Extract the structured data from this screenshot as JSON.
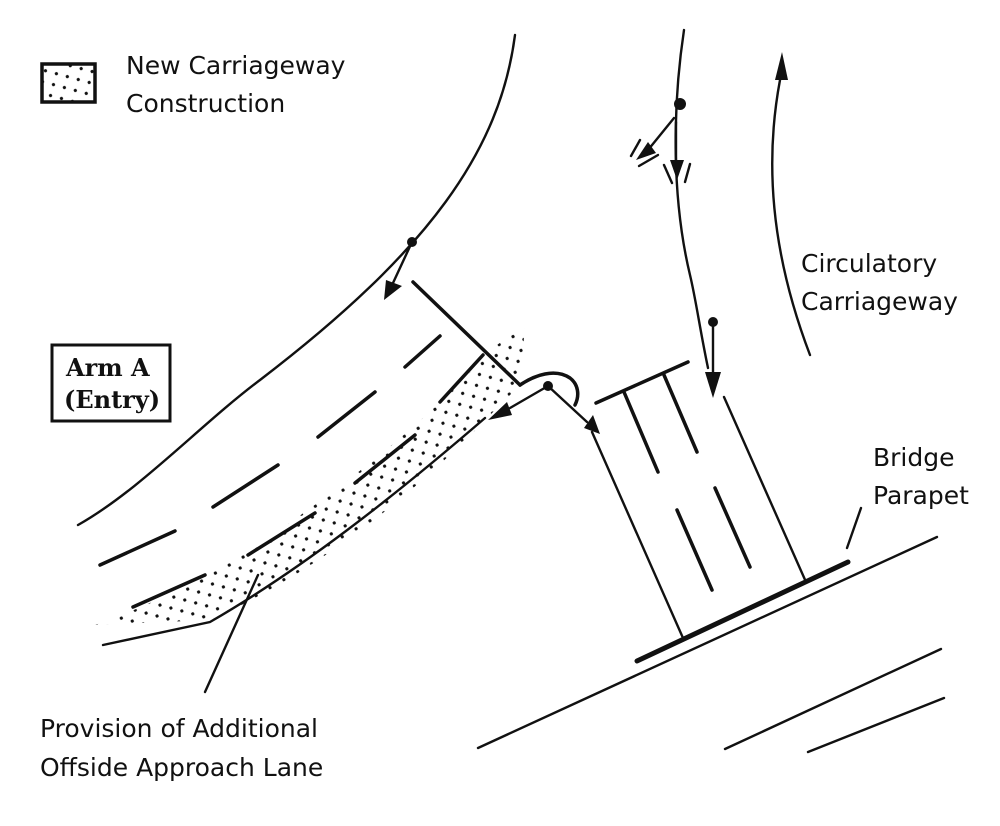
{
  "diagram": {
    "legend": {
      "swatch": "dotted-hatch-swatch",
      "line1": "New Carriageway",
      "line2": "Construction"
    },
    "labels": {
      "arm_line1": "Arm A",
      "arm_line2": "(Entry)",
      "circ_line1": "Circulatory",
      "circ_line2": "Carriageway",
      "bridge_line1": "Bridge",
      "bridge_line2": "Parapet",
      "provision_line1": "Provision of Additional",
      "provision_line2": "Offside Approach Lane"
    },
    "colors": {
      "ink": "#111111",
      "background": "#ffffff"
    }
  }
}
